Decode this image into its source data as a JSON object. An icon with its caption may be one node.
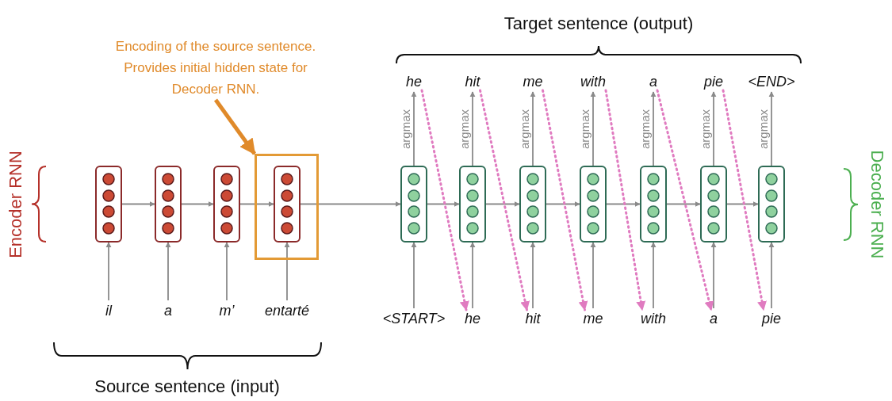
{
  "diagram": {
    "nodes": [
      {
        "text": [
          "Encoding of the source sentence. Provides initial hidden state for Decoder RNN."
        ]
      },
      {
        "text": [
          "he"
        ]
      },
      {
        "text": [
          "hit"
        ]
      },
      {
        "text": [
          "me"
        ]
      },
      {
        "text": [
          "with"
        ]
      },
      {
        "text": [
          "a"
        ]
      },
      {
        "text": [
          "pie"
        ]
      },
      {
        "text": [
          "<END>"
        ]
      },
      {
        "text": [],
        "shape": "box"
      },
      {
        "text": [],
        "shape": "box"
      },
      {
        "text": [],
        "shape": "box"
      },
      {
        "text": [],
        "shape": "box"
      },
      {
        "text": [],
        "shape": "box",
        "in": 8
      },
      {
        "text": [],
        "shape": "box"
      },
      {
        "text": [],
        "shape": "box"
      },
      {
        "text": [],
        "shape": "box"
      },
      {
        "text": [],
        "shape": "box"
      },
      {
        "text": [],
        "shape": "box"
      },
      {
        "text": [],
        "shape": "box"
      },
      {
        "text": [],
        "shape": "box"
      },
      {
        "text": [
          "il"
        ]
      },
      {
        "text": [
          "a"
        ]
      },
      {
        "text": [
          "m’"
        ]
      },
      {
        "text": [
          "entarté"
        ]
      },
      {
        "text": [
          "<START>"
        ]
      },
      {
        "text": [
          "he"
        ]
      },
      {
        "text": [
          "hit"
        ]
      },
      {
        "text": [
          "me"
        ]
      },
      {
        "text": [
          "with"
        ]
      },
      {
        "text": [
          "a"
        ]
      },
      {
        "text": [
          "pie"
        ]
      }
    ],
    "edges": [
      {
        "from": 0,
        "to": 8,
        "arrow": "to",
        "style": "thick",
        "color": "#e08a2a"
      },
      {
        "from": 9,
        "to": 10,
        "arrow": "to"
      },
      {
        "from": 10,
        "to": 11,
        "arrow": "to"
      },
      {
        "from": 11,
        "to": 12,
        "arrow": "to"
      },
      {
        "from": 12,
        "to": 13,
        "arrow": "to"
      },
      {
        "from": 13,
        "to": 14,
        "arrow": "to"
      },
      {
        "from": 14,
        "to": 15,
        "arrow": "to"
      },
      {
        "from": 15,
        "to": 16,
        "arrow": "to"
      },
      {
        "from": 16,
        "to": 17,
        "arrow": "to"
      },
      {
        "from": 17,
        "to": 18,
        "arrow": "to"
      },
      {
        "from": 18,
        "to": 19,
        "arrow": "to"
      },
      {
        "from": 20,
        "to": 9,
        "arrow": "to"
      },
      {
        "from": 21,
        "to": 10,
        "arrow": "to"
      },
      {
        "from": 22,
        "to": 11,
        "arrow": "to"
      },
      {
        "from": 23,
        "to": 12,
        "arrow": "to"
      },
      {
        "from": 24,
        "to": 13,
        "arrow": "to"
      },
      {
        "from": 25,
        "to": 14,
        "arrow": "to"
      },
      {
        "from": 26,
        "to": 15,
        "arrow": "to"
      },
      {
        "from": 27,
        "to": 16,
        "arrow": "to"
      },
      {
        "from": 28,
        "to": 17,
        "arrow": "to"
      },
      {
        "from": 29,
        "to": 18,
        "arrow": "to"
      },
      {
        "from": 30,
        "to": 19,
        "arrow": "to"
      },
      {
        "from": 13,
        "to": 1,
        "arrow": "to",
        "label": "argmax"
      },
      {
        "from": 14,
        "to": 2,
        "arrow": "to",
        "label": "argmax"
      },
      {
        "from": 15,
        "to": 3,
        "arrow": "to",
        "label": "argmax"
      },
      {
        "from": 16,
        "to": 4,
        "arrow": "to",
        "label": "argmax"
      },
      {
        "from": 17,
        "to": 5,
        "arrow": "to",
        "label": "argmax"
      },
      {
        "from": 18,
        "to": 6,
        "arrow": "to",
        "label": "argmax"
      },
      {
        "from": 19,
        "to": 7,
        "arrow": "to",
        "label": "argmax"
      },
      {
        "from": 1,
        "to": 25,
        "arrow": "to",
        "style": "dashed",
        "color": "#e07bc0"
      },
      {
        "from": 2,
        "to": 26,
        "arrow": "to",
        "style": "dashed",
        "color": "#e07bc0"
      },
      {
        "from": 3,
        "to": 27,
        "arrow": "to",
        "style": "dashed",
        "color": "#e07bc0"
      },
      {
        "from": 4,
        "to": 28,
        "arrow": "to",
        "style": "dashed",
        "color": "#e07bc0"
      },
      {
        "from": 5,
        "to": 29,
        "arrow": "to",
        "style": "dashed",
        "color": "#e07bc0"
      },
      {
        "from": 6,
        "to": 30,
        "arrow": "to",
        "style": "dashed",
        "color": "#e07bc0"
      }
    ],
    "labels": [
      "Target sentence (output)",
      "Encoder RNN",
      "Decoder RNN",
      "Source sentence (input)"
    ]
  }
}
